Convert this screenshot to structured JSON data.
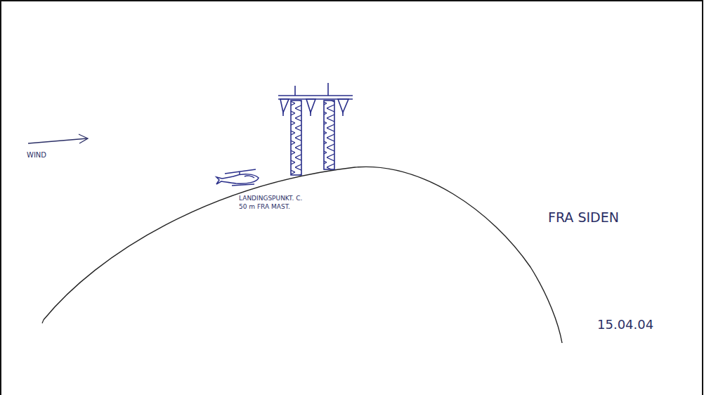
{
  "diagram": {
    "labels": [
      "WIND",
      "LANDINGSPUNKT. C. 50 m FRA MAST.",
      "FRA SIDEN",
      "15.04.04"
    ]
  }
}
